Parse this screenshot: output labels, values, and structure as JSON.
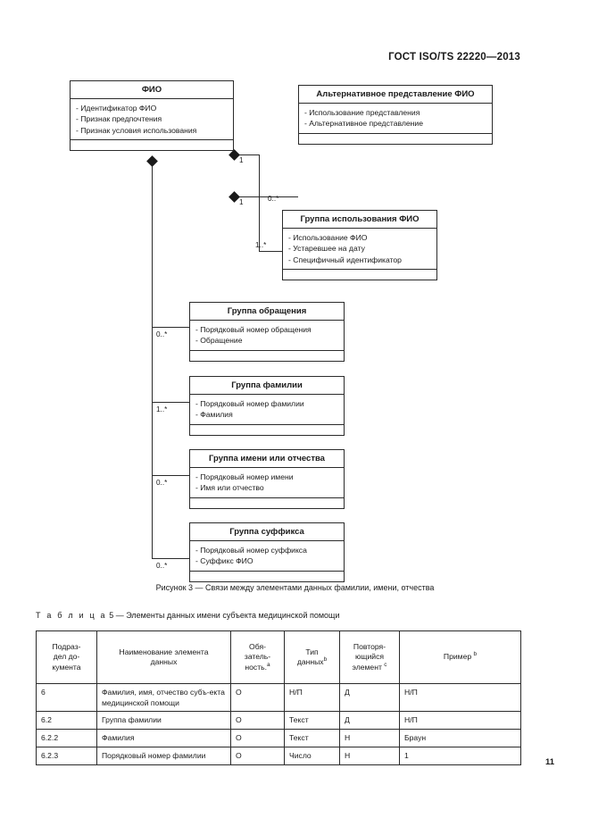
{
  "header": {
    "standard": "ГОСТ ISO/TS 22220—2013"
  },
  "figure": {
    "caption": "Рисунок 3 — Связи между элементами данных фамилии, имени, отчества",
    "boxes": [
      {
        "id": "fio",
        "title": "ФИО",
        "attrs": [
          "- Идентификатор ФИО",
          "- Признак предпочтения",
          "- Признак условия использования"
        ]
      },
      {
        "id": "alt-representation",
        "title": "Альтернативное представление ФИО",
        "attrs": [
          "- Использование представления",
          "- Альтернативное представление"
        ]
      },
      {
        "id": "usage-group",
        "title": "Группа использования ФИО",
        "attrs": [
          "- Использование ФИО",
          "- Устаревшее на дату",
          "- Специфичный идентификатор"
        ]
      },
      {
        "id": "address-group",
        "title": "Группа обращения",
        "attrs": [
          "- Порядковый номер обращения",
          "- Обращение"
        ]
      },
      {
        "id": "surname-group",
        "title": "Группа фамилии",
        "attrs": [
          "- Порядковый номер фамилии",
          "- Фамилия"
        ]
      },
      {
        "id": "givenname-group",
        "title": "Группа имени или отчества",
        "attrs": [
          "- Порядковый номер имени",
          "- Имя или отчество"
        ]
      },
      {
        "id": "suffix-group",
        "title": "Группа суффикса",
        "attrs": [
          "- Порядковый номер суффикса",
          "- Суффикс ФИО"
        ]
      }
    ],
    "multiplicities": {
      "fio_to_alt": "1",
      "alt_end": "0..*",
      "fio_to_usage": "1",
      "usage_end": "1..*",
      "address_end": "0..*",
      "surname_end": "1..*",
      "givenname_end": "0..*",
      "suffix_end": "0..*"
    }
  },
  "table": {
    "title_prefix": "Т а б л и ц а",
    "title_number": "5",
    "title_text": "— Элементы данных имени субъекта медицинской помощи",
    "headers": [
      {
        "line1": "Подраз-",
        "line2": "дел до-",
        "line3": "кумента",
        "sup": ""
      },
      {
        "line1": "Наименование элемента",
        "line2": "данных",
        "line3": "",
        "sup": ""
      },
      {
        "line1": "Обя-",
        "line2": "затель-",
        "line3": "ность.",
        "sup": "a"
      },
      {
        "line1": "Тип",
        "line2": "данных",
        "line3": "",
        "sup": "b"
      },
      {
        "line1": "Повторя-",
        "line2": "ющийся",
        "line3": "элемент ",
        "sup": "c"
      },
      {
        "line1": "Пример ",
        "line2": "",
        "line3": "",
        "sup": "b"
      }
    ],
    "rows": [
      {
        "section": "6",
        "name": "Фамилия, имя, отчество субъ-екта медицинской помощи",
        "required": "О",
        "type": "Н/П",
        "repeating": "Д",
        "example": "Н/П"
      },
      {
        "section": "6.2",
        "name": "Группа фамилии",
        "required": "О",
        "type": "Текст",
        "repeating": "Д",
        "example": "Н/П"
      },
      {
        "section": "6.2.2",
        "name": "Фамилия",
        "required": "О",
        "type": "Текст",
        "repeating": "Н",
        "example": "Браун"
      },
      {
        "section": "6.2.3",
        "name": "Порядковый номер фамилии",
        "required": "О",
        "type": "Число",
        "repeating": "Н",
        "example": "1"
      }
    ]
  },
  "footer": {
    "page_number": "11"
  }
}
